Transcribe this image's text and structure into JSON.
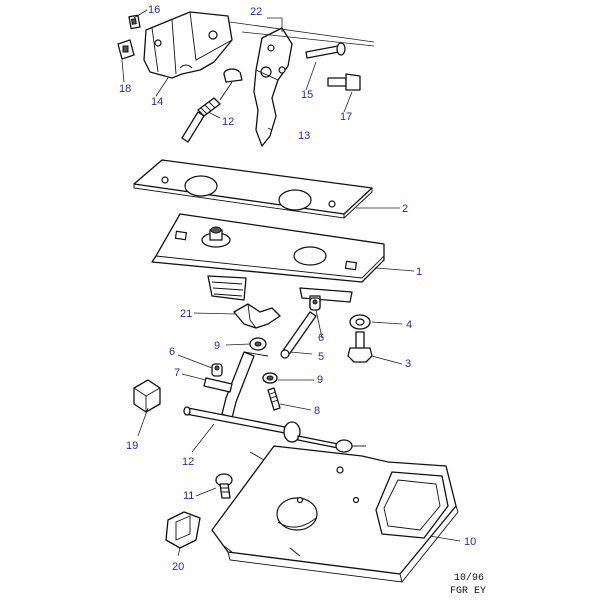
{
  "callouts": {
    "c16": "16",
    "c22": "22",
    "c18": "18",
    "c14": "14",
    "c15": "15",
    "c17": "17",
    "c12a": "12",
    "c13": "13",
    "c2": "2",
    "c1": "1",
    "c21": "21",
    "c6a": "6",
    "c4": "4",
    "c9a": "9",
    "c5": "5",
    "c6b": "6",
    "c3": "3",
    "c7": "7",
    "c9b": "9",
    "c8": "8",
    "c19": "19",
    "c12b": "12",
    "c11": "11",
    "c10": "10",
    "c20": "20"
  },
  "footer": {
    "date_code": "10/96",
    "ref_code": "FGR EY"
  },
  "colors": {
    "callout": "#1f2fb5",
    "line": "#111111"
  }
}
